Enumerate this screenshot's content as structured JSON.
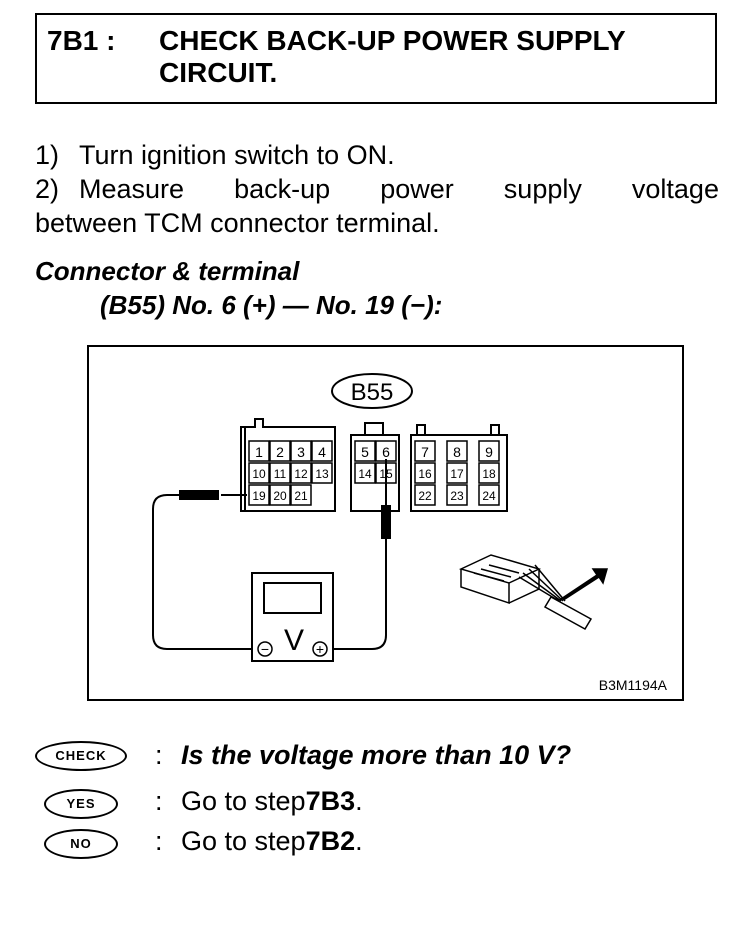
{
  "header": {
    "step_id": "7B1 :",
    "title": "CHECK BACK-UP POWER SUPPLY CIRCUIT."
  },
  "instructions": [
    {
      "num": "1)",
      "text": "Turn ignition switch to ON."
    },
    {
      "num": "2)",
      "words": [
        "Measure",
        "back-up",
        "power",
        "supply",
        "voltage"
      ],
      "continuation": "between TCM connector terminal."
    }
  ],
  "connector": {
    "heading": "Connector & terminal",
    "spec": "(B55) No. 6 (+) — No. 19 (−):"
  },
  "figure": {
    "connector_label": "B55",
    "terminals_row1": [
      "1",
      "2",
      "3",
      "4",
      "5",
      "6",
      "7",
      "8",
      "9"
    ],
    "terminals_row2": [
      "10",
      "11",
      "12",
      "13",
      "14",
      "15",
      "16",
      "17",
      "18"
    ],
    "terminals_row3": [
      "19",
      "20",
      "21",
      "22",
      "23",
      "24"
    ],
    "meter_symbol": "V",
    "minus_symbol": "−",
    "plus_symbol": "+",
    "figure_code": "B3M1194A"
  },
  "qa": {
    "check": {
      "badge": "CHECK",
      "colon": ":",
      "question": "Is the voltage more than 10 V?"
    },
    "yes": {
      "badge": "YES",
      "colon": ":",
      "prefix": "Go to step ",
      "target": "7B3",
      "suffix": "."
    },
    "no": {
      "badge": "NO",
      "colon": ":",
      "prefix": "Go to step ",
      "target": "7B2",
      "suffix": "."
    }
  }
}
